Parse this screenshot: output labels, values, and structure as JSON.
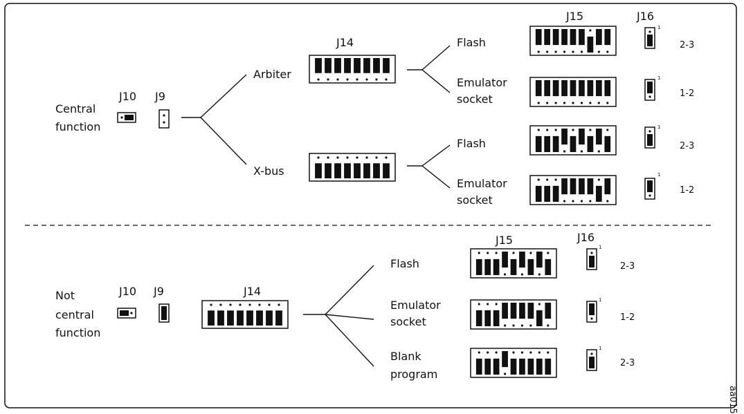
{
  "top": {
    "labels": {
      "central_1": "Central",
      "central_2": "function",
      "j10": "J10",
      "j9": "J9",
      "arbiter": "Arbiter",
      "xbus": "X-bus",
      "j14": "J14",
      "j15": "J15",
      "j16": "J16"
    },
    "rows": [
      {
        "label": [
          "Flash"
        ],
        "setting": "2-3",
        "pin1": "1"
      },
      {
        "label": [
          "Emulator",
          "socket"
        ],
        "setting": "1-2",
        "pin1": "1"
      },
      {
        "label": [
          "Flash"
        ],
        "setting": "2-3",
        "pin1": "1"
      },
      {
        "label": [
          "Emulator",
          "socket"
        ],
        "setting": "1-2",
        "pin1": "1"
      }
    ]
  },
  "bottom": {
    "labels": {
      "not_1": "Not",
      "not_2": "central",
      "not_3": "function",
      "j10": "J10",
      "j9": "J9",
      "j14": "J14",
      "j15": "J15",
      "j16": "J16"
    },
    "rows": [
      {
        "label": [
          "Flash"
        ],
        "setting": "2-3",
        "pin1": "1"
      },
      {
        "label": [
          "Emulator",
          "socket"
        ],
        "setting": "1-2",
        "pin1": "1"
      },
      {
        "label": [
          "Blank",
          "program"
        ],
        "setting": "2-3",
        "pin1": "1"
      }
    ]
  },
  "figure_id": "aa015",
  "colors": {
    "ink": "#111111",
    "background": "#ffffff"
  }
}
